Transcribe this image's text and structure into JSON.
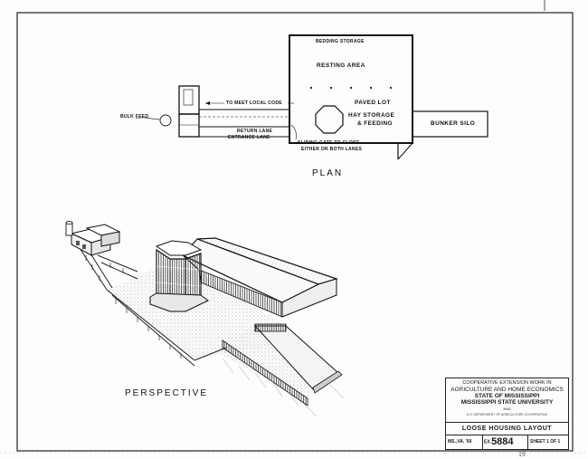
{
  "plan": {
    "title": "PLAN",
    "labels": {
      "bedding_storage": "BEDDING STORAGE",
      "resting_area": "RESTING AREA",
      "paved_lot": "PAVED LOT",
      "hay_storage_line1": "HAY STORAGE",
      "hay_storage_line2": "& FEEDING",
      "bunker_silo": "BUNKER SILO",
      "bulk_feed": "BULK FEED",
      "to_meet_local_code": "TO MEET LOCAL CODE",
      "return_lane": "RETURN LANE",
      "entrance_lane": "ENTRANCE LANE",
      "sliding_gate_line1": "SLIDING GATE TO CLOSE",
      "sliding_gate_line2": "EITHER OR BOTH LANES"
    }
  },
  "perspective": {
    "title": "PERSPECTIVE"
  },
  "title_block": {
    "agency_line1": "COOPERATIVE EXTENSION WORK IN",
    "agency_line2": "AGRICULTURE AND HOME ECONOMICS",
    "agency_line3": "STATE OF MISSISSIPPI",
    "agency_line4": "MISSISSIPPI STATE UNIVERSITY",
    "agency_line5": "AND",
    "agency_line6": "U.S. DEPARTMENT OF AGRICULTURE COOPERATING",
    "drawing_title": "LOOSE HOUSING LAYOUT",
    "state_date": "MS.,VA. '60",
    "ex_prefix": "EX.",
    "plan_number": "5884",
    "sheet": "SHEET 1 OF 1"
  },
  "margin_note": "19"
}
